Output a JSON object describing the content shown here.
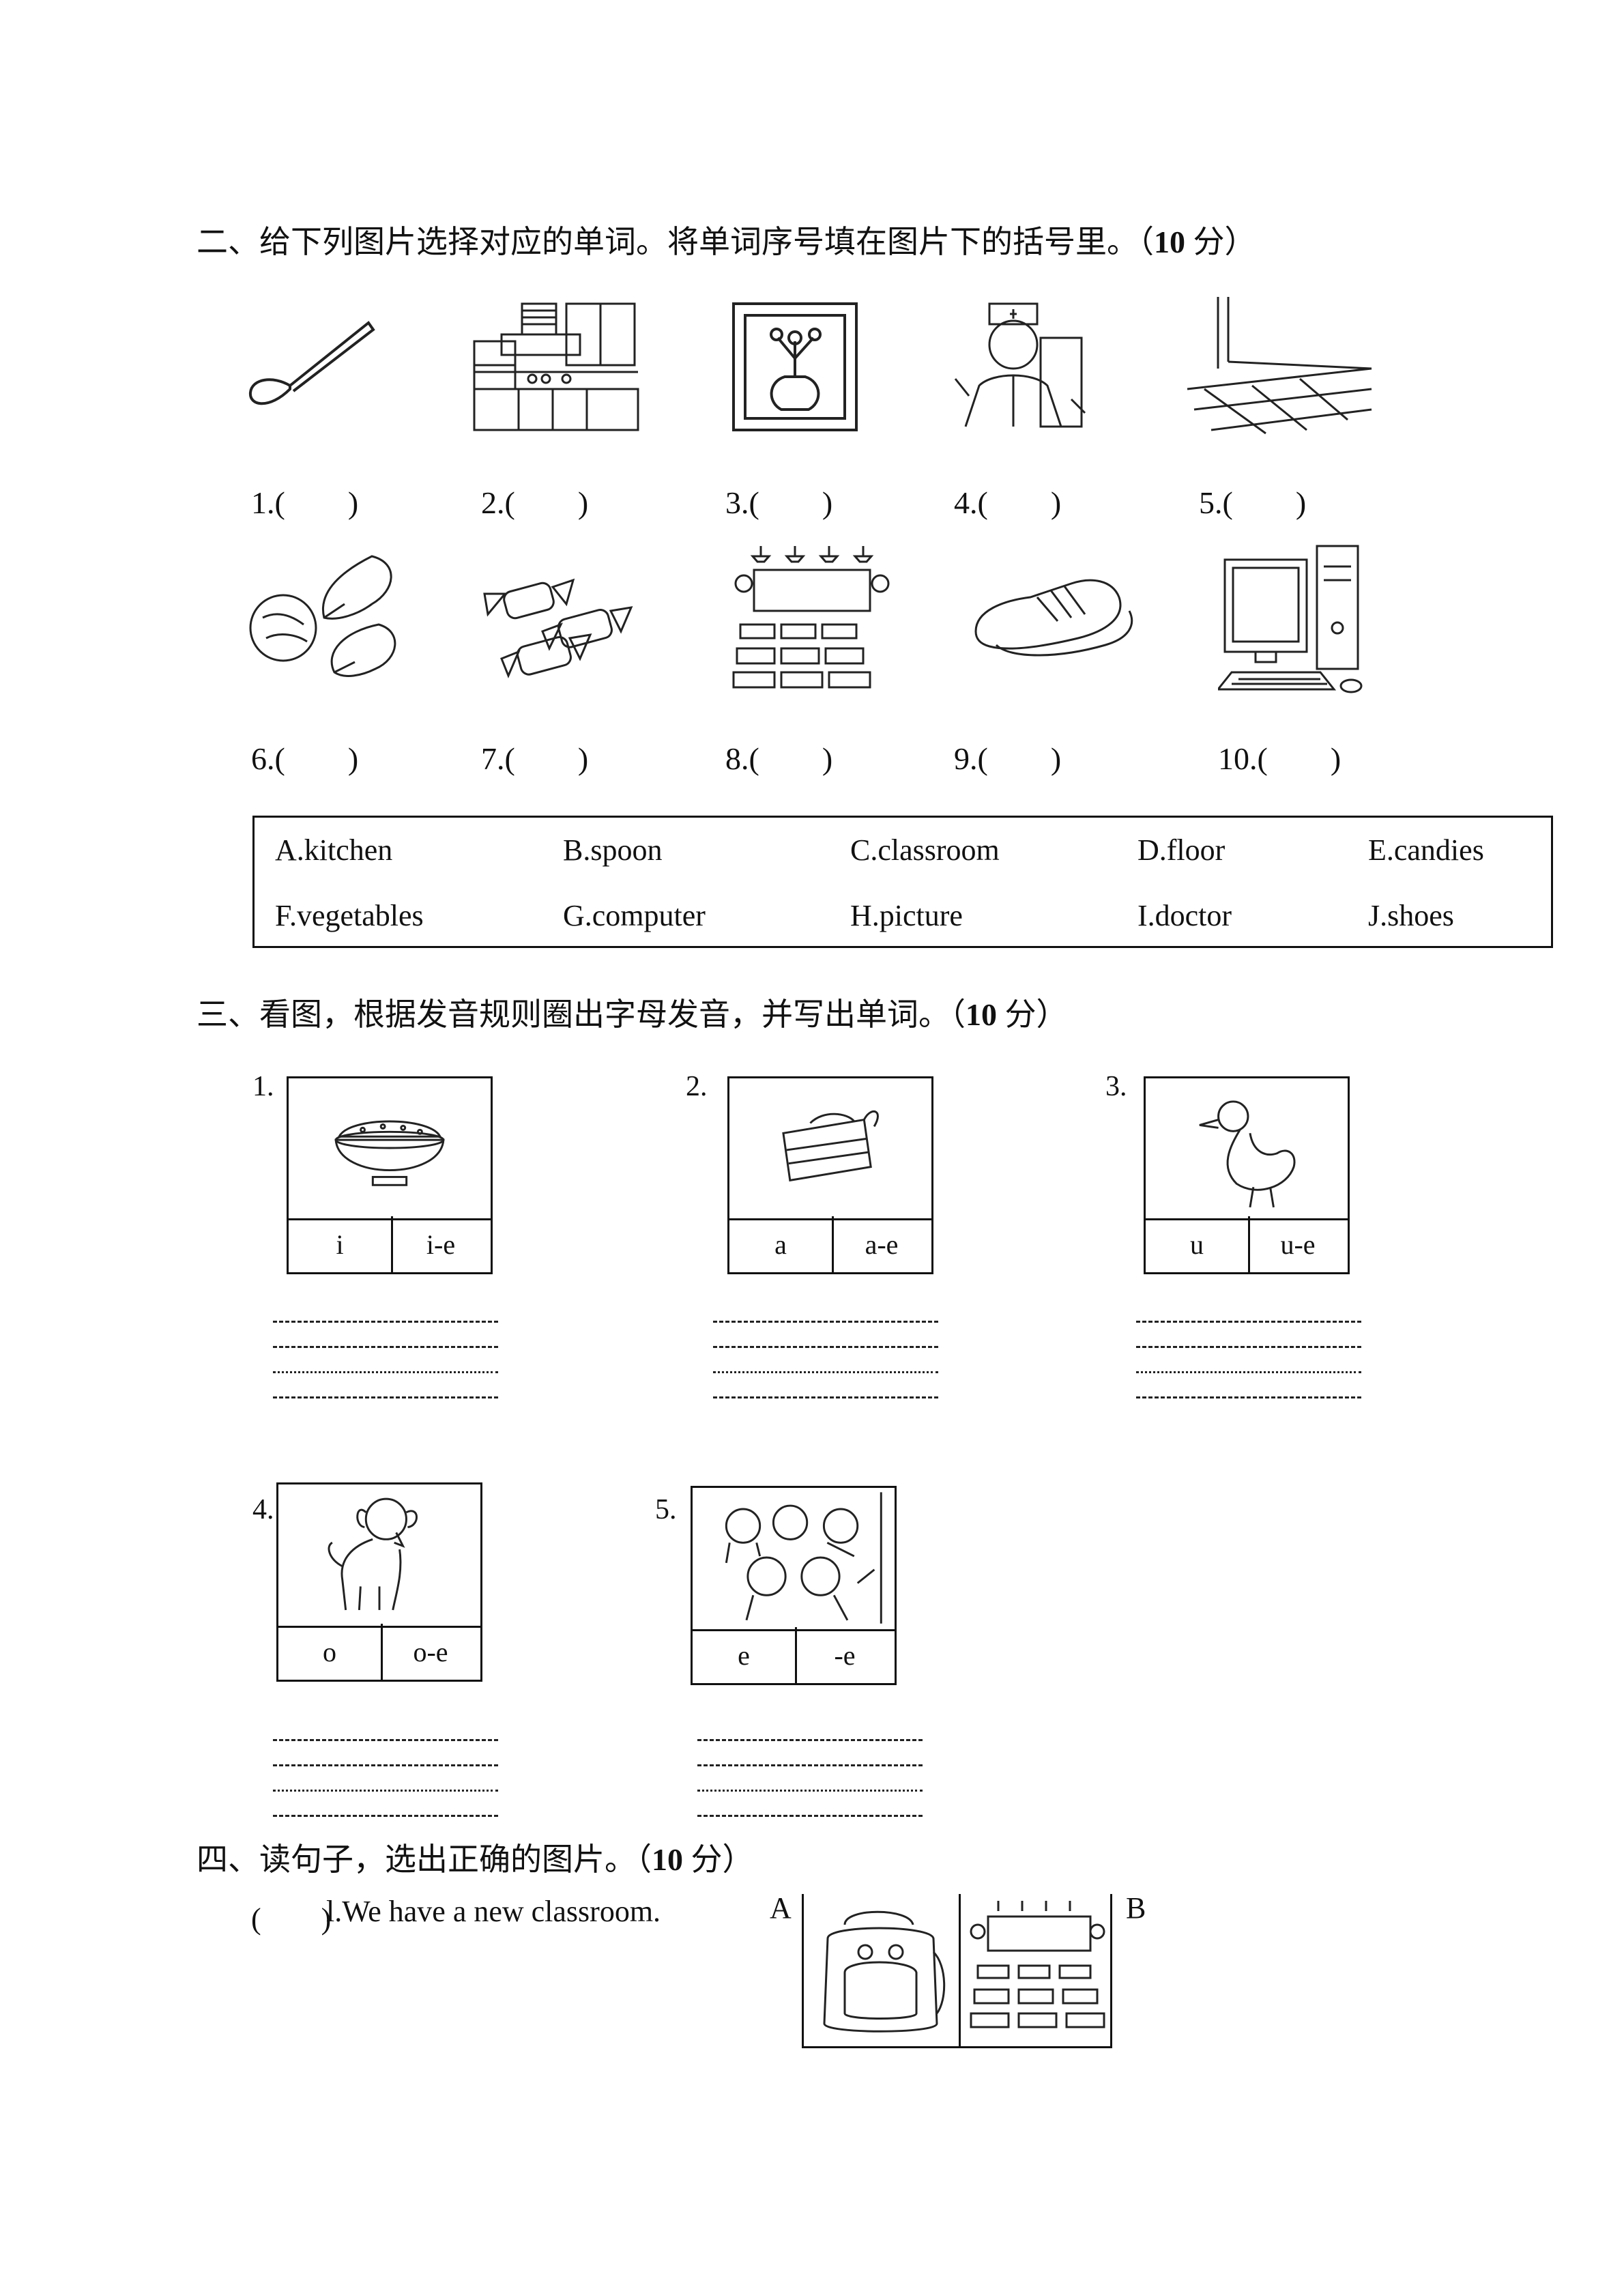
{
  "section2": {
    "heading_text": "二、给下列图片选择对应的单词。将单词序号填在图片下的括号里。（",
    "heading_score": "10",
    "heading_tail": " 分）",
    "blanks": [
      "1.(　　)",
      "2.(　　)",
      "3.(　　)",
      "4.(　　)",
      "5.(　　)",
      "6.(　　)",
      "7.(　　)",
      "8.(　　)",
      "9.(　　)",
      "10.(　　)"
    ],
    "pictures": [
      "spoon-picture",
      "kitchen-picture",
      "picture-frame-picture",
      "doctor-picture",
      "floor-picture",
      "vegetables-picture",
      "candies-picture",
      "classroom-picture",
      "shoes-picture",
      "computer-picture"
    ],
    "words": [
      "A.kitchen",
      "B.spoon",
      "C.classroom",
      "D.floor",
      "E.candies",
      "F.vegetables",
      "G.computer",
      "H.picture",
      "I.doctor",
      "J.shoes"
    ]
  },
  "section3": {
    "heading_text": "三、看图，根据发音规则圈出字母发音，并写出单词。（",
    "heading_score": "10",
    "heading_tail": " 分）",
    "items": [
      {
        "num": "1.",
        "picture": "rice-bowl-picture",
        "opt_a": "i",
        "opt_b": "i-e"
      },
      {
        "num": "2.",
        "picture": "cake-picture",
        "opt_a": "a",
        "opt_b": "a-e"
      },
      {
        "num": "3.",
        "picture": "duck-picture",
        "opt_a": "u",
        "opt_b": "u-e"
      },
      {
        "num": "4.",
        "picture": "dog-picture",
        "opt_a": "o",
        "opt_b": "o-e"
      },
      {
        "num": "5.",
        "picture": "children-picture",
        "opt_a": "e",
        "opt_b": "-e"
      }
    ]
  },
  "section4": {
    "heading_text": "四、读句子，选出正确的图片。（",
    "heading_score": "10",
    "heading_tail": " 分）",
    "q1_paren": "(　　)",
    "q1_text": "l.We have a new classroom.",
    "label_a": "A",
    "label_b": "B"
  }
}
